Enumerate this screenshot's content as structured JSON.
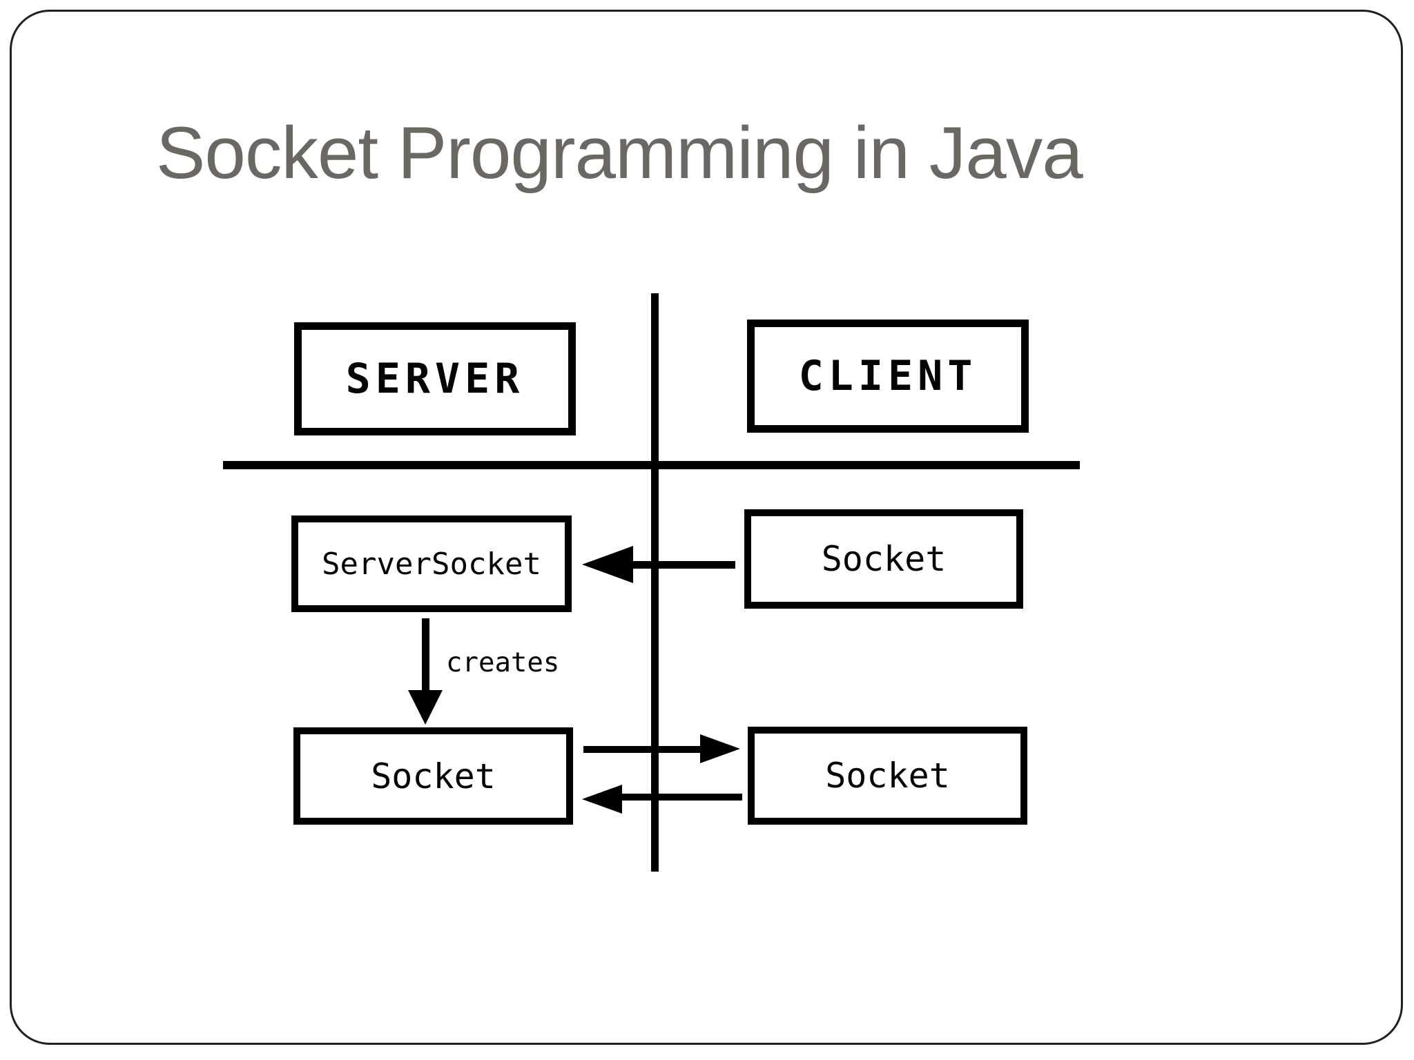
{
  "slide": {
    "title": "Socket Programming in Java"
  },
  "diagram": {
    "server_header": "SERVER",
    "client_header": "CLIENT",
    "server_socket": "ServerSocket",
    "creates": "creates",
    "server_child_socket": "Socket",
    "client_socket_top": "Socket",
    "client_socket_bottom": "Socket"
  },
  "colors": {
    "diagram_ink": "#000000",
    "title_text": "#6b6864",
    "frame_border": "#202020",
    "background": "#ffffff"
  }
}
